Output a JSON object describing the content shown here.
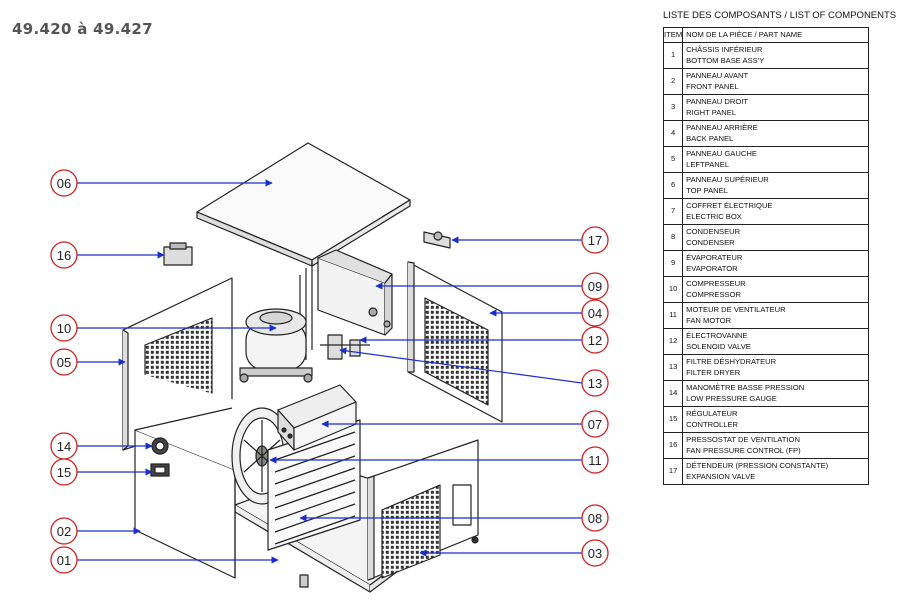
{
  "title": "49.420 à 49.427",
  "list_title": "LISTE DES COMPOSANTS / LIST OF COMPONENTS",
  "table": {
    "header_item": "ITEM",
    "header_name": "NOM DE LA PIÈCE / PART NAME",
    "rows": [
      {
        "item": "1",
        "fr": "CHÂSSIS INFÉRIEUR",
        "en": "BOTTOM BASE ASS'Y"
      },
      {
        "item": "2",
        "fr": "PANNEAU AVANT",
        "en": "FRONT PANEL"
      },
      {
        "item": "3",
        "fr": "PANNEAU DROIT",
        "en": "RIGHT PANEL"
      },
      {
        "item": "4",
        "fr": "PANNEAU ARRIÈRE",
        "en": "BACK PANEL"
      },
      {
        "item": "5",
        "fr": "PANNEAU GAUCHE",
        "en": "LEFTPANEL"
      },
      {
        "item": "6",
        "fr": "PANNEAU SUPÉRIEUR",
        "en": "TOP PANEL"
      },
      {
        "item": "7",
        "fr": "COFFRET ÉLECTRIQUE",
        "en": "ELECTRIC BOX"
      },
      {
        "item": "8",
        "fr": "CONDENSEUR",
        "en": "CONDENSER"
      },
      {
        "item": "9",
        "fr": "ÉVAPORATEUR",
        "en": "EVAPORATOR"
      },
      {
        "item": "10",
        "fr": "COMPRESSEUR",
        "en": "COMPRESSOR"
      },
      {
        "item": "11",
        "fr": "MOTEUR DE VENTILATEUR",
        "en": "FAN MOTOR"
      },
      {
        "item": "12",
        "fr": "ÉLECTROVANNE",
        "en": "SOLENOID VALVE"
      },
      {
        "item": "13",
        "fr": "FILTRE DÉSHYDRATEUR",
        "en": "FILTER DRYER"
      },
      {
        "item": "14",
        "fr": "MANOMÈTRE BASSE PRESSION",
        "en": "LOW PRESSURE GAUGE"
      },
      {
        "item": "15",
        "fr": "RÉGULATEUR",
        "en": "CONTROLLER"
      },
      {
        "item": "16",
        "fr": "PRESSOSTAT DE VENTILATION",
        "en": "FAN PRESSURE CONTROL (FP)"
      },
      {
        "item": "17",
        "fr": "DÉTENDEUR (PRESSION CONSTANTE)",
        "en": "EXPANSION VALVE"
      }
    ]
  },
  "callouts": {
    "c01": "01",
    "c02": "02",
    "c03": "03",
    "c04": "04",
    "c05": "05",
    "c06": "06",
    "c07": "07",
    "c08": "08",
    "c09": "09",
    "c10": "10",
    "c11": "11",
    "c12": "12",
    "c13": "13",
    "c14": "14",
    "c15": "15",
    "c16": "16",
    "c17": "17"
  },
  "colors": {
    "callout_circle": "#cc2222",
    "leader_line": "#1a2fd0",
    "drawing": "#222222"
  }
}
